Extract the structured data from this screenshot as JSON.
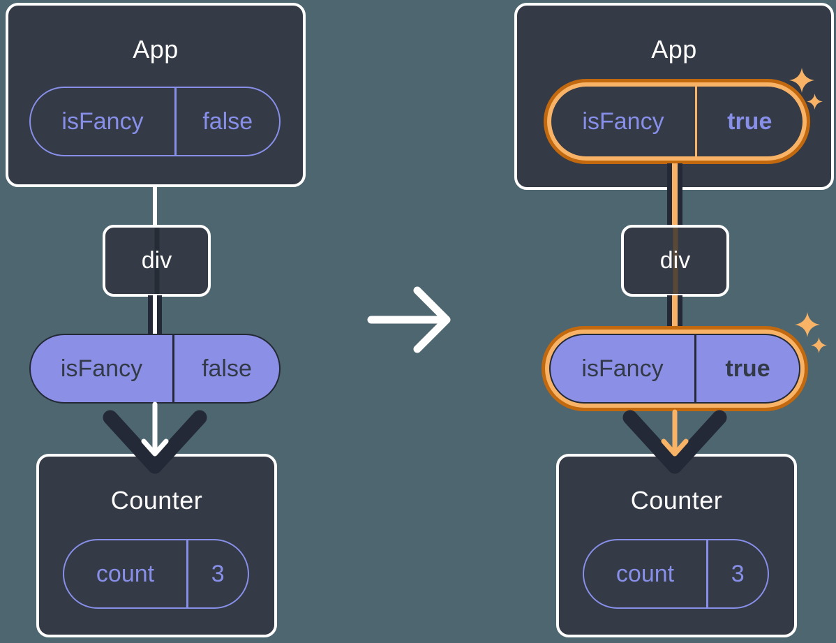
{
  "colors": {
    "background": "#4D6670",
    "card": "#343A46",
    "accent_purple": "#878FE8",
    "purple_fill": "#8B90E6",
    "dark_ink": "#232936",
    "highlight_orange": "#F8B366",
    "highlight_orange_dark": "#C2690F",
    "white": "#FFFFFF"
  },
  "icons": {
    "transition": "arrow-right-icon",
    "highlight": "sparkle-icon"
  },
  "panels": {
    "before": {
      "root": {
        "title": "App",
        "prop": {
          "name": "isFancy",
          "value": "false"
        }
      },
      "middle": {
        "label": "div"
      },
      "passed_prop": {
        "name": "isFancy",
        "value": "false"
      },
      "leaf": {
        "title": "Counter",
        "state": {
          "name": "count",
          "value": "3"
        }
      }
    },
    "after": {
      "root": {
        "title": "App",
        "prop": {
          "name": "isFancy",
          "value": "true"
        }
      },
      "middle": {
        "label": "div"
      },
      "passed_prop": {
        "name": "isFancy",
        "value": "true"
      },
      "leaf": {
        "title": "Counter",
        "state": {
          "name": "count",
          "value": "3"
        }
      }
    }
  }
}
